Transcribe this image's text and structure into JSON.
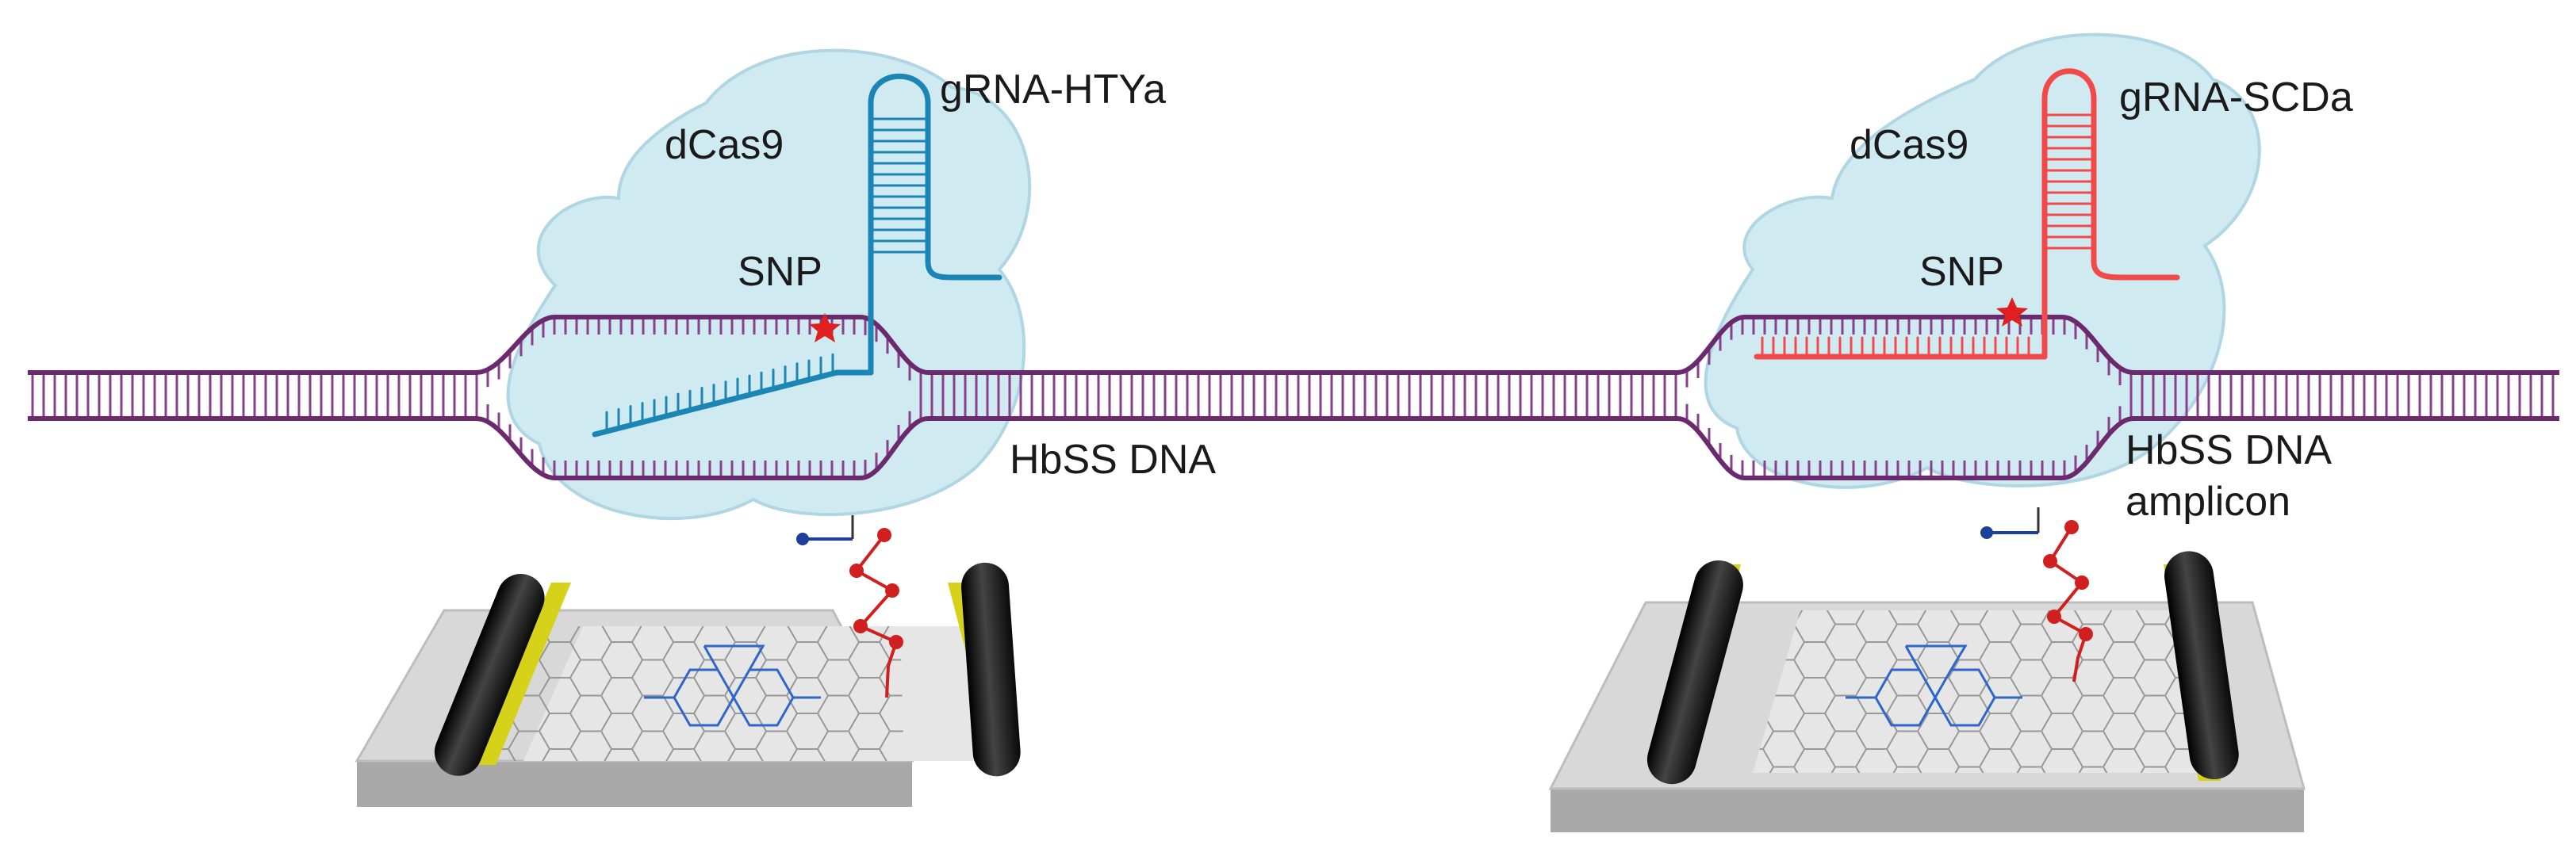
{
  "panels": [
    {
      "protein_label": "dCas9",
      "grna_label": "gRNA-HTYa",
      "snp_label": "SNP",
      "dna_label_lines": [
        "HbSS DNA"
      ],
      "grna_color": "#1b86b5"
    },
    {
      "protein_label": "dCas9",
      "grna_label": "gRNA-SCDa",
      "snp_label": "SNP",
      "dna_label_lines": [
        "HbSS DNA",
        "amplicon"
      ],
      "grna_color": "#f24a4a"
    }
  ],
  "colors": {
    "dna_strand": "#6b2a6e",
    "dna_rungs": "#8a3f8c",
    "cas9_blob": "#cde9f1",
    "cas9_outline": "#a9d3e0",
    "snp_star": "#e02020",
    "linker_bead": "#d11f1f",
    "linker_tip": "#1f3f9a",
    "graphene_highlight": "#2f66c9",
    "electrode": "#1c1c1c",
    "electrode_edge": "#d6d21a",
    "chip_top": "#d8d8d8",
    "chip_side": "#a9a9a9"
  },
  "icons": [
    "star-icon"
  ]
}
